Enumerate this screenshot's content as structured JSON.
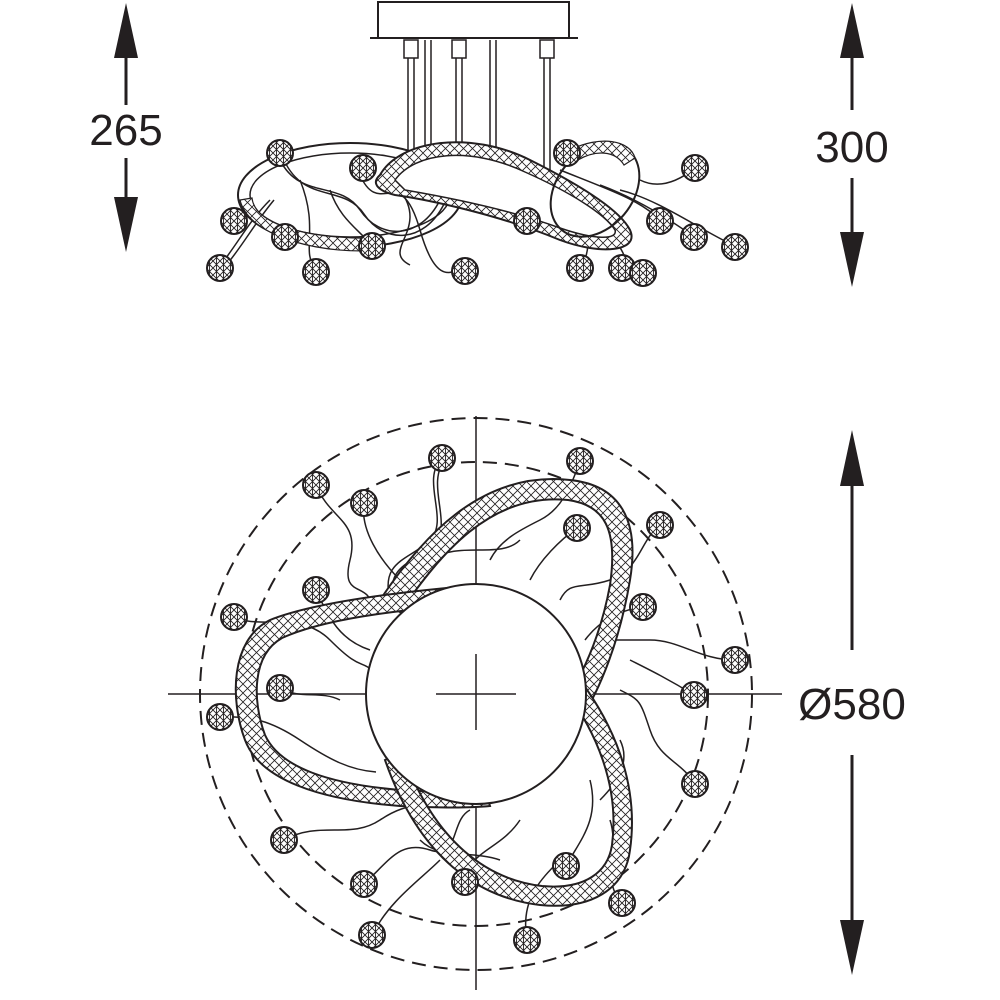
{
  "dimensions": {
    "side_height_left": "265",
    "side_height_right": "300",
    "top_diameter": "Ø580"
  },
  "colors": {
    "line": "#231f20",
    "background": "#ffffff"
  },
  "views": [
    "side-view",
    "top-view"
  ]
}
